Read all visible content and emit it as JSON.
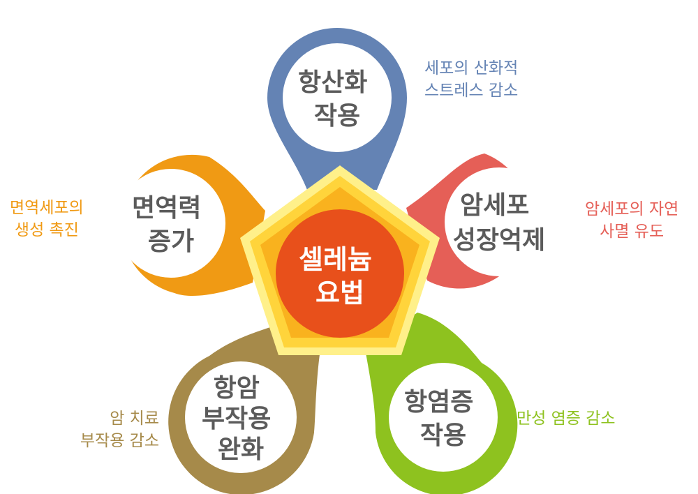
{
  "center": {
    "lines": [
      "셀레늄",
      "요법"
    ],
    "colors": {
      "pentagon_outer": "#fff08a",
      "pentagon_mid": "#ffd43b",
      "pentagon_inner": "#f9b21e",
      "circle": "#e8501b"
    }
  },
  "petals": [
    {
      "id": "antioxidant",
      "title_lines": [
        "항산화",
        "작용"
      ],
      "desc_lines": [
        "세포의 산화적",
        "스트레스 감소"
      ],
      "color": "#6483b4"
    },
    {
      "id": "cancer-growth",
      "title_lines": [
        "암세포",
        "성장억제"
      ],
      "desc_lines": [
        "암세포의 자연",
        "사멸 유도"
      ],
      "color": "#e55f57"
    },
    {
      "id": "anti-inflammatory",
      "title_lines": [
        "항염증",
        "작용"
      ],
      "desc_lines": [
        "만성 염증 감소"
      ],
      "color": "#8ec21f"
    },
    {
      "id": "side-effect",
      "title_lines": [
        "항암",
        "부작용",
        "완화"
      ],
      "desc_lines": [
        "암 치료",
        "부작용 감소"
      ],
      "color": "#a68a4a"
    },
    {
      "id": "immunity",
      "title_lines": [
        "면역력",
        "증가"
      ],
      "desc_lines": [
        "면역세포의",
        "생성 촉진"
      ],
      "color": "#f09a14"
    }
  ]
}
